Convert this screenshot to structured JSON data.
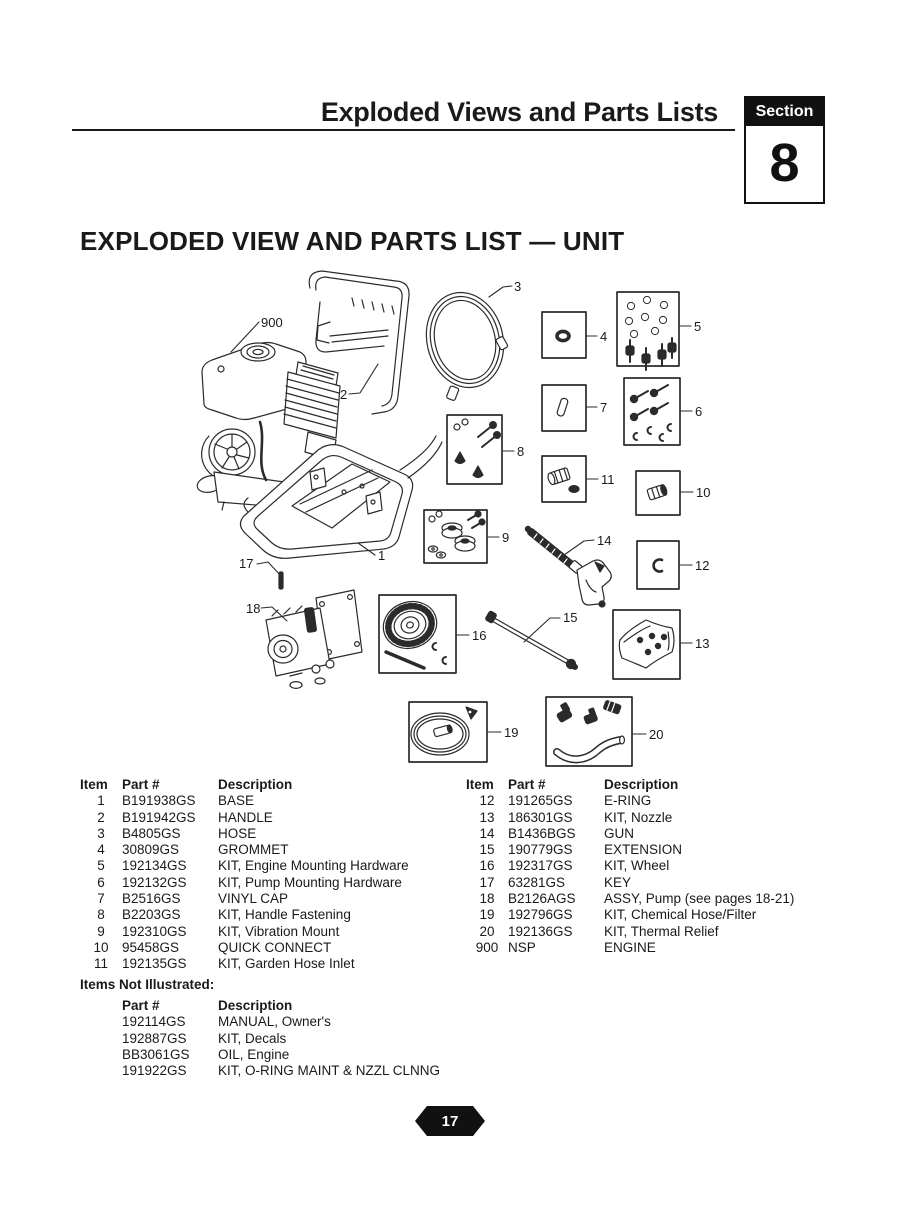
{
  "page": {
    "header_title": "Exploded Views and Parts Lists",
    "section_label": "Section",
    "section_number": "8",
    "heading": "EXPLODED VIEW AND PARTS LIST — UNIT",
    "page_number": "17"
  },
  "diagram": {
    "callouts": {
      "c1": "1",
      "c2": "2",
      "c3": "3",
      "c4": "4",
      "c5": "5",
      "c6": "6",
      "c7": "7",
      "c8": "8",
      "c9": "9",
      "c10": "10",
      "c11": "11",
      "c12": "12",
      "c13": "13",
      "c14": "14",
      "c15": "15",
      "c16": "16",
      "c17": "17",
      "c18": "18",
      "c19": "19",
      "c20": "20",
      "c900": "900"
    }
  },
  "parts_table": {
    "columns": [
      "Item",
      "Part #",
      "Description"
    ],
    "left_rows": [
      [
        "1",
        "B191938GS",
        "BASE"
      ],
      [
        "2",
        "B191942GS",
        "HANDLE"
      ],
      [
        "3",
        "B4805GS",
        "HOSE"
      ],
      [
        "4",
        "30809GS",
        "GROMMET"
      ],
      [
        "5",
        "192134GS",
        "KIT, Engine Mounting Hardware"
      ],
      [
        "6",
        "192132GS",
        "KIT, Pump Mounting Hardware"
      ],
      [
        "7",
        "B2516GS",
        "VINYL CAP"
      ],
      [
        "8",
        "B2203GS",
        "KIT, Handle Fastening"
      ],
      [
        "9",
        "192310GS",
        "KIT, Vibration Mount"
      ],
      [
        "10",
        "95458GS",
        "QUICK CONNECT"
      ],
      [
        "11",
        "192135GS",
        "KIT, Garden Hose Inlet"
      ]
    ],
    "right_rows": [
      [
        "12",
        "191265GS",
        "E-RING"
      ],
      [
        "13",
        "186301GS",
        "KIT, Nozzle"
      ],
      [
        "14",
        "B1436BGS",
        "GUN"
      ],
      [
        "15",
        "190779GS",
        "EXTENSION"
      ],
      [
        "16",
        "192317GS",
        "KIT, Wheel"
      ],
      [
        "17",
        "63281GS",
        "KEY"
      ],
      [
        "18",
        "B2126AGS",
        "ASSY, Pump (see pages 18-21)"
      ],
      [
        "19",
        "192796GS",
        "KIT, Chemical Hose/Filter"
      ],
      [
        "20",
        "192136GS",
        "KIT, Thermal Relief"
      ],
      [
        "900",
        "NSP",
        "ENGINE"
      ]
    ]
  },
  "not_illustrated": {
    "title": "Items Not Illustrated:",
    "columns": [
      "Part #",
      "Description"
    ],
    "rows": [
      [
        "192114GS",
        "MANUAL, Owner's"
      ],
      [
        "192887GS",
        "KIT, Decals"
      ],
      [
        "BB3061GS",
        "OIL, Engine"
      ],
      [
        "191922GS",
        "KIT, O-RING MAINT & NZZL CLNNG"
      ]
    ]
  },
  "colors": {
    "ink": "#1a1a1a",
    "badge_bg": "#111111",
    "badge_text": "#ffffff"
  }
}
